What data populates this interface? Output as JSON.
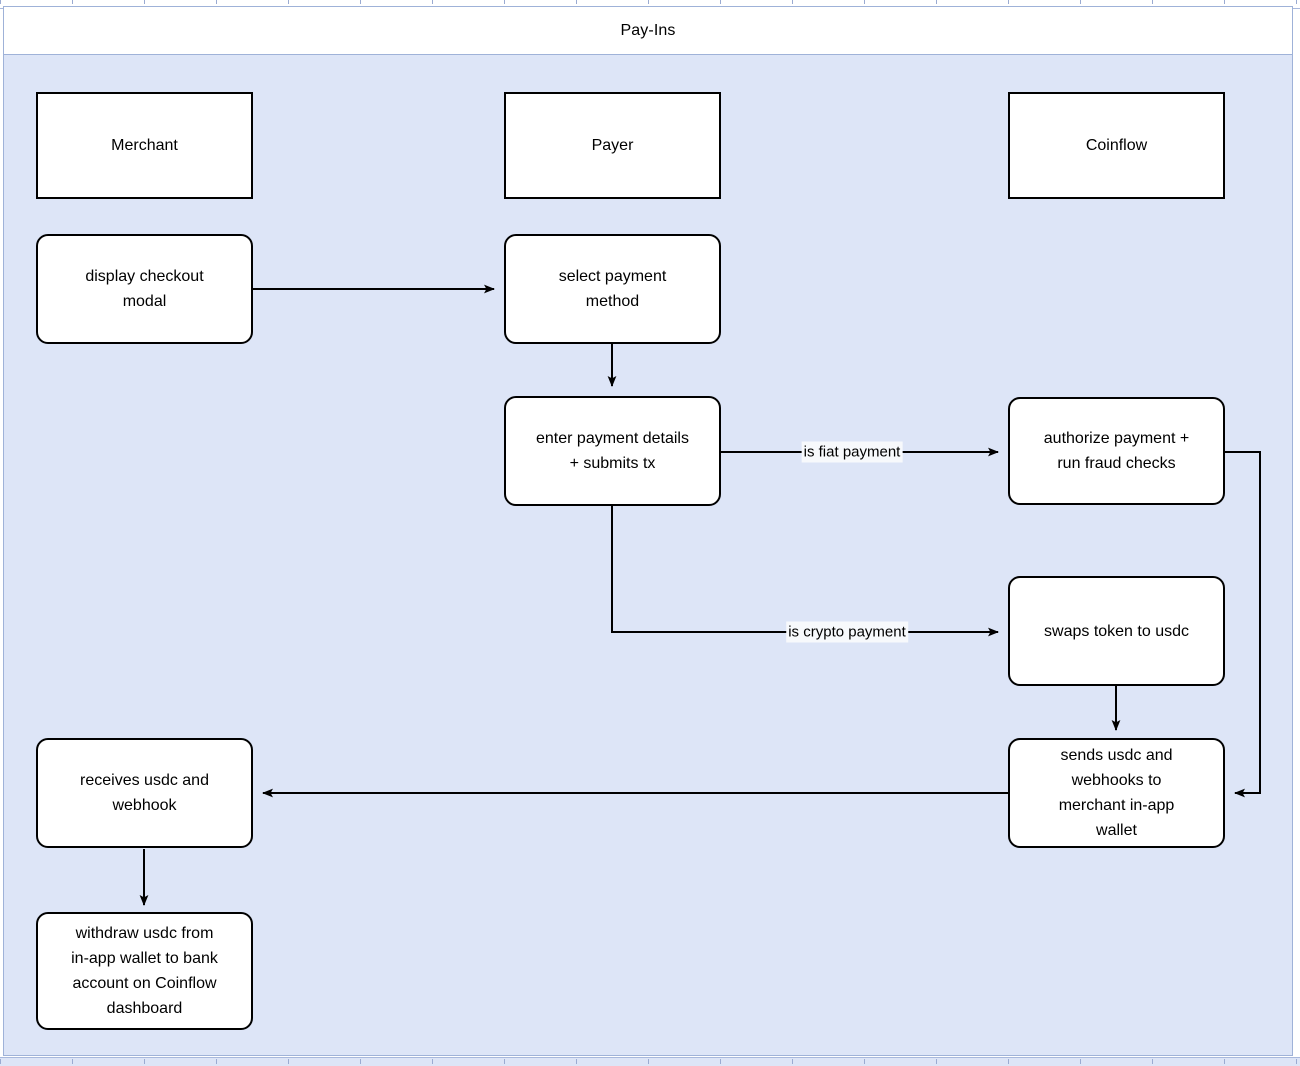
{
  "diagram": {
    "title": "Pay-Ins",
    "type": "swimlane-flowchart",
    "background_color": "#dde5f7",
    "header_background_color": "#ffffff",
    "node_fill_color": "#ffffff",
    "stroke_color": "#000000",
    "label_background_color": "#f7f9fc"
  },
  "actors": [
    {
      "id": "merchant",
      "label": "Merchant"
    },
    {
      "id": "payer",
      "label": "Payer"
    },
    {
      "id": "coinflow",
      "label": "Coinflow"
    }
  ],
  "nodes": [
    {
      "id": "display-checkout-modal",
      "label": "display checkout\nmodal",
      "lane": "merchant"
    },
    {
      "id": "select-payment-method",
      "label": "select payment\nmethod",
      "lane": "payer"
    },
    {
      "id": "enter-payment-details",
      "label": "enter payment details\n+ submits tx",
      "lane": "payer"
    },
    {
      "id": "authorize-payment",
      "label": "authorize payment +\nrun fraud checks",
      "lane": "coinflow"
    },
    {
      "id": "swaps-token-to-usdc",
      "label": "swaps token to usdc",
      "lane": "coinflow"
    },
    {
      "id": "sends-usdc-webhooks",
      "label": "sends usdc and\nwebhooks to\nmerchant in-app\nwallet",
      "lane": "coinflow"
    },
    {
      "id": "receives-usdc-webhook",
      "label": "receives usdc and\nwebhook",
      "lane": "merchant"
    },
    {
      "id": "withdraw-usdc",
      "label": "withdraw usdc from\nin-app wallet to bank\naccount on Coinflow\ndashboard",
      "lane": "merchant"
    }
  ],
  "edges": [
    {
      "id": "e1",
      "from": "display-checkout-modal",
      "to": "select-payment-method",
      "label": ""
    },
    {
      "id": "e2",
      "from": "select-payment-method",
      "to": "enter-payment-details",
      "label": ""
    },
    {
      "id": "e3",
      "from": "enter-payment-details",
      "to": "authorize-payment",
      "label": "is fiat payment"
    },
    {
      "id": "e4",
      "from": "enter-payment-details",
      "to": "swaps-token-to-usdc",
      "label": "is crypto payment"
    },
    {
      "id": "e5",
      "from": "swaps-token-to-usdc",
      "to": "sends-usdc-webhooks",
      "label": ""
    },
    {
      "id": "e6",
      "from": "authorize-payment",
      "to": "sends-usdc-webhooks",
      "label": ""
    },
    {
      "id": "e7",
      "from": "sends-usdc-webhooks",
      "to": "receives-usdc-webhook",
      "label": ""
    },
    {
      "id": "e8",
      "from": "receives-usdc-webhook",
      "to": "withdraw-usdc",
      "label": ""
    }
  ]
}
